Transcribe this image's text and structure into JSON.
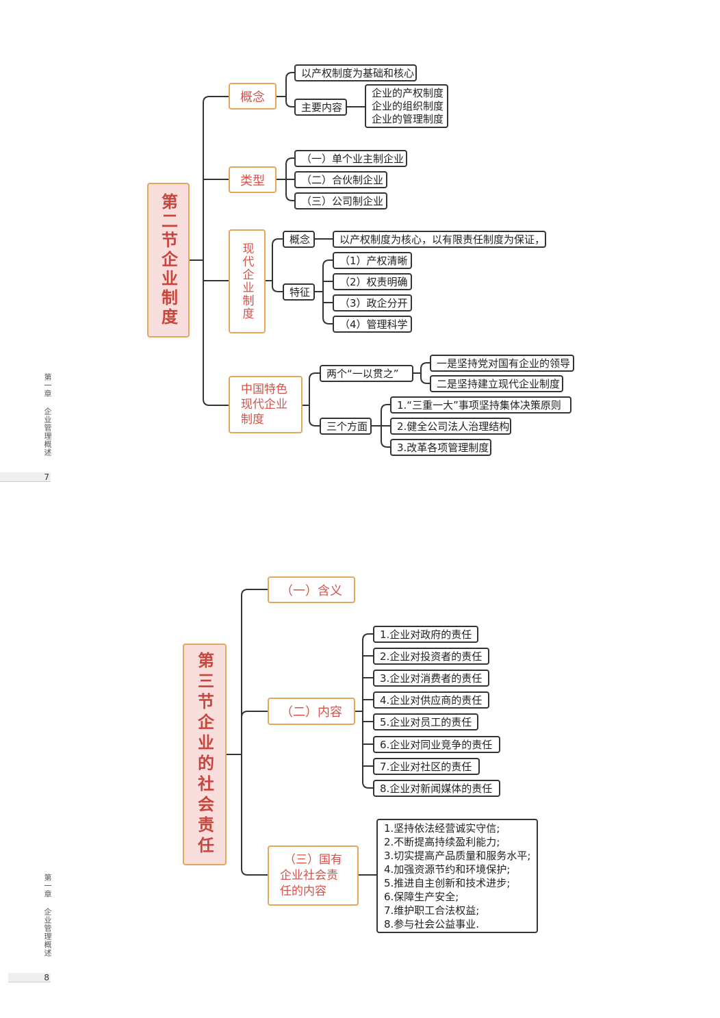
{
  "page7": {
    "root": "第二节企业制度",
    "branches": {
      "concept": {
        "label": "概念",
        "item1": "以产权制度为基础和核心",
        "main_label": "主要内容",
        "main_items": [
          "企业的产权制度",
          "企业的组织制度",
          "企业的管理制度"
        ]
      },
      "types": {
        "label": "类型",
        "items": [
          "（一）单个业主制企业",
          "（二）合伙制企业",
          "（三）公司制企业"
        ]
      },
      "modern": {
        "label": "现代企业制度",
        "concept_label": "概念",
        "concept_text": "以产权制度为核心，以有限责任制度为保证，",
        "feature_label": "特征",
        "features": [
          "（1）产权清晰",
          "（2）权责明确",
          "（3）政企分开",
          "（4）管理科学"
        ]
      },
      "china": {
        "label_lines": [
          "中国特色",
          "现代企业",
          "制度"
        ],
        "two_label": "两个“一以贯之”",
        "two_items": [
          "一是坚持党对国有企业的领导",
          "二是坚持建立现代企业制度"
        ],
        "three_label": "三个方面",
        "three_items": [
          "1.“三重一大”事项坚持集体决策原则",
          "2.健全公司法人治理结构",
          "3.改革各项管理制度"
        ]
      }
    },
    "side_text": "第一章 企业管理概述",
    "page_number": "7"
  },
  "page8": {
    "root": "第三节企业的社会责任",
    "meaning": "（一）含义",
    "content_label": "（二）内容",
    "content_items": [
      "1.企业对政府的责任",
      "2.企业对投资者的责任",
      "3.企业对消费者的责任",
      "4.企业对供应商的责任",
      "5.企业对员工的责任",
      "6.企业对同业竞争的责任",
      "7.企业对社区的责任",
      "8.企业对新闻媒体的责任"
    ],
    "soe_label_lines": [
      "（三）国有",
      "企业社会责",
      "任的内容"
    ],
    "soe_items": [
      "1.坚持依法经营诚实守信;",
      "2.不断提高持续盈利能力;",
      "3.切实提高产品质量和服务水平;",
      "4.加强资源节约和环境保护;",
      "5.推进自主创新和技术进步;",
      "6.保障生产安全;",
      "7.维护职工合法权益;",
      "8.参与社会公益事业."
    ],
    "side_text": "第一章 企业管理概述",
    "page_number": "8"
  },
  "colors": {
    "root_fill": "#f9dede",
    "root_text": "#c8453c",
    "accent_border": "#e5a55a",
    "l1_text": "#d4524a",
    "line": "#333333"
  }
}
